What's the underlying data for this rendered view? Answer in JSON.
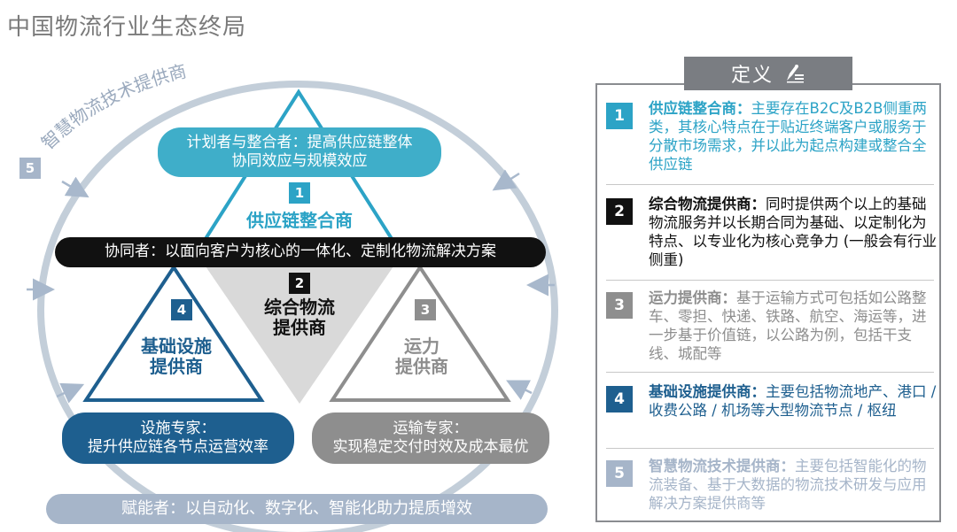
{
  "title": "中国物流行业生态终局",
  "outer_arc_label": "智慧物流技术提供商",
  "outer_badge": "5",
  "top_pill": {
    "line1": "计划者与整合者：提高供应链整体",
    "line2": "协同效应与规模效应"
  },
  "triangle_top": {
    "num": "1",
    "label": "供应链整合商"
  },
  "band": "协同者：以面向客户为核心的一体化、定制化物流解决方案",
  "triangle_center": {
    "num": "2",
    "line1": "综合物流",
    "line2": "提供商"
  },
  "triangle_left": {
    "num": "4",
    "line1": "基础设施",
    "line2": "提供商"
  },
  "triangle_right": {
    "num": "3",
    "line1": "运力",
    "line2": "提供商"
  },
  "pill_left": {
    "line1": "设施专家：",
    "line2": "提升供应链各节点运营效率"
  },
  "pill_right": {
    "line1": "运输专家：",
    "line2": "实现稳定交付时效及成本最优"
  },
  "bottom_bar": "赋能者：以自动化、数字化、智能化助力提质增效",
  "definitions": {
    "header": "定义",
    "header_icon": "edit-list-icon",
    "items": [
      {
        "num": "1",
        "term": "供应链整合商：",
        "desc": "主要存在B2C及B2B侧重两类，其核心特点在于贴近终端客户或服务于分散市场需求，并以此为起点构建或整合全供应链",
        "color": "#2ca3c6"
      },
      {
        "num": "2",
        "term": "综合物流提供商：",
        "desc": "同时提供两个以上的基础物流服务并以长期合同为基础、以定制化为特点、以专业化为核心竞争力 (一般会有行业侧重)",
        "color": "#111111"
      },
      {
        "num": "3",
        "term": "运力提供商：",
        "desc": "基于运输方式可包括如公路整车、零担、快递、铁路、航空、海运等，进一步基于价值链，以公路为例，包括干支线、城配等",
        "color": "#8e8e8e"
      },
      {
        "num": "4",
        "term": "基础设施提供商：",
        "desc": "主要包括物流地产、港口 / 收费公路 / 机场等大型物流节点 / 枢纽",
        "color": "#1e5f8f"
      },
      {
        "num": "5",
        "term": "智慧物流技术提供商：",
        "desc": "主要包括智能化的物流装备、基于大数据的物流技术研发与应用解决方案提供商等",
        "color": "#a6b5c9"
      }
    ]
  },
  "colors": {
    "teal": "#2ca3c6",
    "navy": "#1e5f8f",
    "gray": "#8e8e8e",
    "dark": "#111111",
    "light_blue": "#a6b5c9",
    "ring": "#c3ced9"
  }
}
